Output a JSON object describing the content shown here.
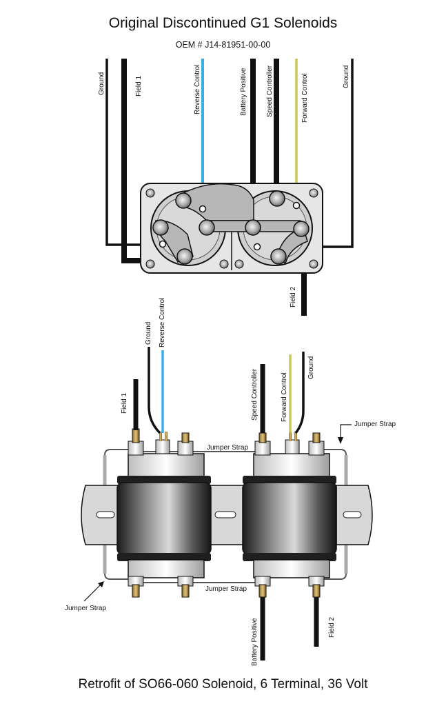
{
  "top": {
    "title": "Original Discontinued G1 Solenoids",
    "subtitle": "OEM # J14-81951-00-00",
    "wire_labels": {
      "ground_left": "Ground",
      "field1": "Field 1",
      "reverse_control": "Reverse Control",
      "battery_positive": "Battery Positive",
      "speed_controller": "Speed Controller",
      "forward_control": "Forward Control",
      "ground_right": "Ground",
      "field2": "Field 2"
    }
  },
  "bottom": {
    "title": "Retrofit of SO66-060 Solenoid, 6 Terminal, 36 Volt",
    "wire_labels": {
      "field1": "Field 1",
      "ground_left": "Ground",
      "reverse_control": "Reverse Control",
      "speed_controller": "Speed Controller",
      "forward_control": "Forward Control",
      "ground_right": "Ground",
      "battery_positive": "Battery Positive",
      "field2": "Field 2"
    },
    "strap_labels": {
      "top_center": "Jumper Strap",
      "top_right": "Jumper Strap",
      "bottom_center": "Jumper Strap",
      "bottom_left": "Jumper Strap"
    }
  },
  "colors": {
    "wire_black": "#111111",
    "wire_blue": "#3aaee3",
    "wire_yellow_green": "#c8c85a",
    "solenoid_dark": "#2b2b2b",
    "plate_gray": "#dcdcdc"
  }
}
